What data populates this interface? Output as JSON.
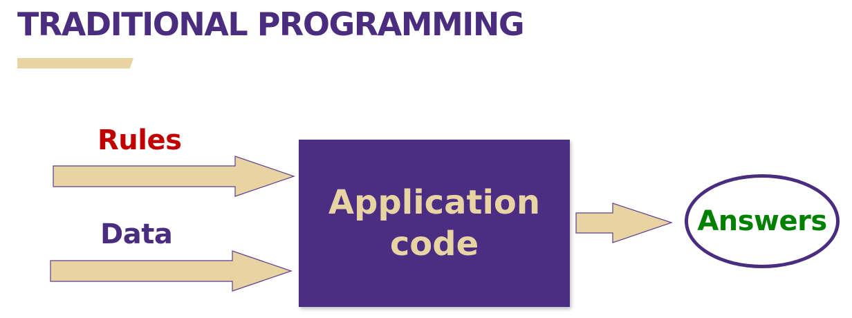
{
  "slide": {
    "title": "TRADITIONAL PROGRAMMING"
  },
  "diagram": {
    "inputs": [
      {
        "label": "Rules",
        "color": "#c00000"
      },
      {
        "label": "Data",
        "color": "#4b2d7f"
      }
    ],
    "process": {
      "line1": "Application",
      "line2": "code",
      "fill": "#4b2d83",
      "text_color": "#e8d3a2"
    },
    "output": {
      "label": "Answers",
      "color": "#008000",
      "border_color": "#4b2d7f"
    },
    "arrow_fill": "#e8d3a2",
    "arrow_stroke": "#5b3d8f"
  }
}
